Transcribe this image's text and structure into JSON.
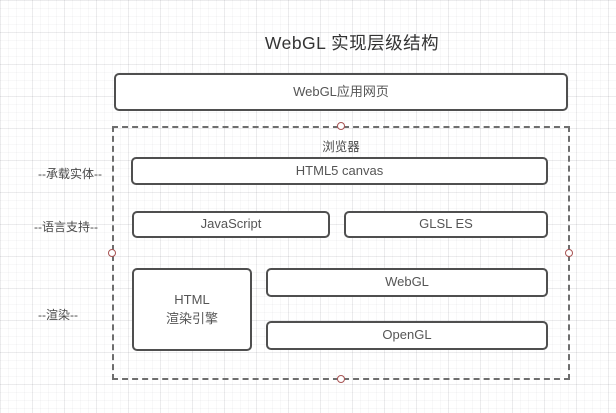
{
  "title": "WebGL 实现层级结构",
  "colors": {
    "node_border": "#4f4f4f",
    "node_text": "#555555",
    "dashed_border": "#6e6e6e",
    "handle_accent": "#a85454"
  },
  "diagram": {
    "top_box": "WebGL应用网页",
    "container_label": "浏览器",
    "row_labels": {
      "carrier": "--承载实体--",
      "language": "--语言支持--",
      "render": "--渲染--"
    },
    "boxes": {
      "canvas": "HTML5 canvas",
      "javascript": "JavaScript",
      "glsl": "GLSL ES",
      "html_engine_line1": "HTML",
      "html_engine_line2": "渲染引擎",
      "webgl": "WebGL",
      "opengl": "OpenGL"
    }
  }
}
